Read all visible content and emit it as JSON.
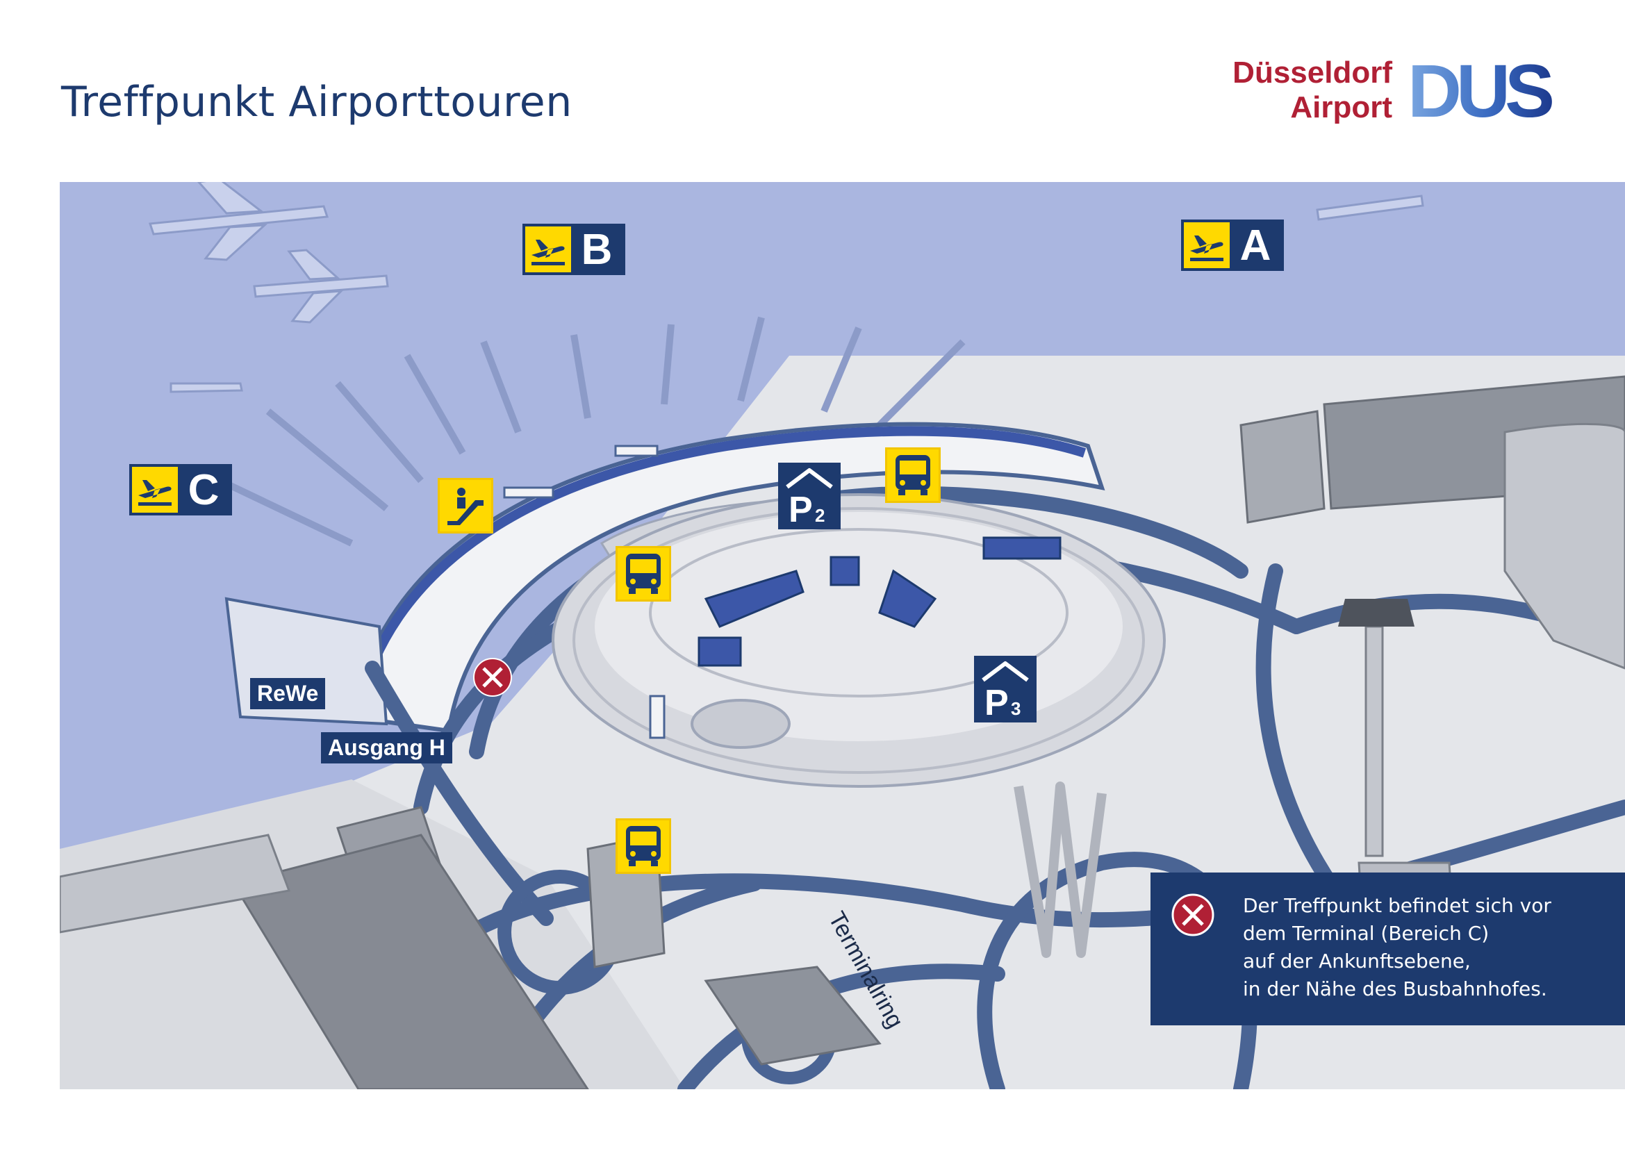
{
  "header": {
    "title": "Treffpunkt Airporttouren"
  },
  "logo": {
    "line1": "Düsseldorf",
    "line2": "Airport",
    "mark": "DUS",
    "brand_red": "#b02035",
    "brand_blue": "#1d3a6e"
  },
  "map": {
    "terminal_signs": [
      {
        "letter": "B",
        "icon": "departure-plane-icon"
      },
      {
        "letter": "A",
        "icon": "departure-plane-icon"
      },
      {
        "letter": "C",
        "icon": "departure-plane-icon"
      }
    ],
    "bus_stops": [
      "bus-icon",
      "bus-icon",
      "bus-icon"
    ],
    "parking": [
      {
        "letter": "P",
        "number": "2"
      },
      {
        "letter": "P",
        "number": "3"
      }
    ],
    "escalator": "escalator-icon",
    "labels": {
      "rewe": "ReWe",
      "exit": "Ausgang H",
      "road": "Terminalring"
    },
    "meeting_point_icon": "meeting-point-icon",
    "colors": {
      "sign_yellow": "#ffd900",
      "navy": "#1d3a6e",
      "apron": "#aab6e0",
      "road": "#4a6494",
      "meeting_red": "#b02035"
    }
  },
  "info": {
    "lines": [
      "Der Treffpunkt befindet sich vor",
      "dem Terminal (Bereich C)",
      "auf der Ankunftsebene,",
      "in der Nähe des Busbahnhofes."
    ]
  }
}
